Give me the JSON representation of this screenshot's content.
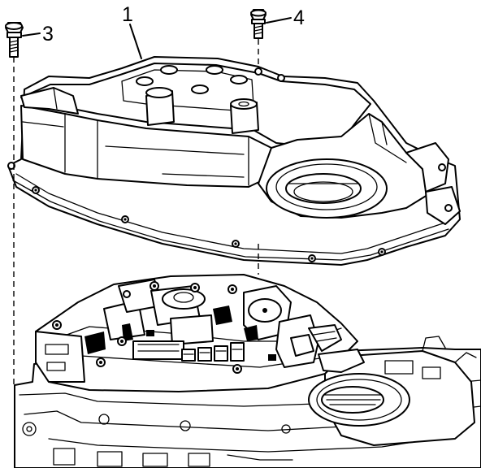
{
  "callouts": {
    "c1": "1",
    "c3": "3",
    "c4": "4"
  },
  "colors": {
    "line": "#000000",
    "background": "#ffffff"
  }
}
